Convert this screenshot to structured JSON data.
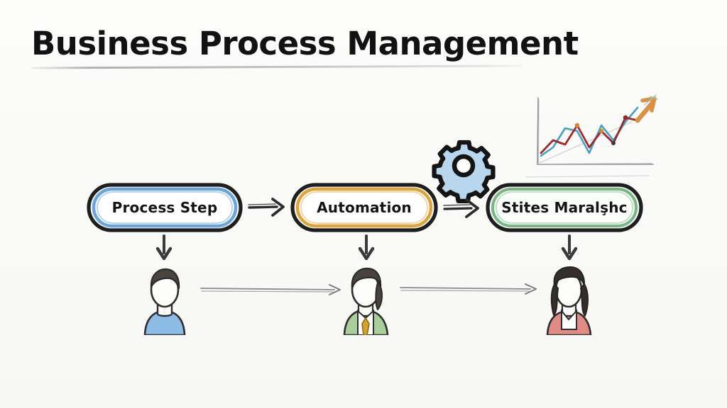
{
  "page": {
    "background_color": "#fbfbf9",
    "style": "hand-drawn sketch diagram"
  },
  "header": {
    "title": "Business Process Management",
    "underline": true
  },
  "flow": {
    "stages": [
      {
        "id": "process-step",
        "label": "Process Step",
        "outline_color": "#5b9bd5",
        "fill_color": "#eaf3fb",
        "shape": "rounded-pill"
      },
      {
        "id": "automation",
        "label": "Automation",
        "outline_color": "#e0a33e",
        "fill_color": "#fdf6e7",
        "shape": "rounded-pill"
      },
      {
        "id": "stites-maralshc",
        "label": "Stites Maralşhc",
        "outline_color": "#6aa96f",
        "fill_color": "#edf6ee",
        "shape": "rounded-pill"
      }
    ],
    "connectors": [
      {
        "id": "connector-1",
        "from": "process-step",
        "to": "automation",
        "direction": "right",
        "color": "#2c2c2c"
      },
      {
        "id": "connector-2",
        "from": "automation",
        "to": "stites-maralshc",
        "direction": "right",
        "color": "#2c2c2c"
      }
    ],
    "down_connectors": [
      {
        "id": "down-arrow-1",
        "from": "process-step",
        "to": "person-1",
        "direction": "down",
        "color": "#3a3a3a"
      },
      {
        "id": "down-arrow-2",
        "from": "automation",
        "to": "person-2",
        "direction": "down",
        "color": "#3a3a3a"
      },
      {
        "id": "down-arrow-3",
        "from": "stites-maralshc",
        "to": "person-3",
        "direction": "down",
        "color": "#3a3a3a"
      }
    ]
  },
  "people": [
    {
      "id": "person-1",
      "role_icon": "person-avatar",
      "hair_color": "#3d3a37",
      "clothing_color": "#7fb3e0",
      "clothing": "blue shirt"
    },
    {
      "id": "person-2",
      "role_icon": "person-avatar",
      "hair_color": "#3d3a37",
      "clothing_color": "#a8cf9b",
      "clothing": "green blazer with gold tie",
      "accent_color": "#d6a22e"
    },
    {
      "id": "person-3",
      "role_icon": "person-avatar",
      "hair_color": "#2e2b29",
      "clothing_color": "#e08b85",
      "clothing": "red blouse"
    }
  ],
  "people_arrows": [
    {
      "id": "people-arrow-1",
      "from": "person-1",
      "to": "person-2",
      "direction": "right",
      "color": "#8a8a8a"
    },
    {
      "id": "people-arrow-2",
      "from": "person-2",
      "to": "person-3",
      "direction": "right",
      "color": "#8a8a8a"
    }
  ],
  "gear": {
    "id": "gear-icon",
    "label": "gear-icon",
    "fill_color": "#b9d6ef",
    "outline_color": "#1a1a1a",
    "teeth": 8
  },
  "chart_data": {
    "type": "line",
    "title": "",
    "xlabel": "",
    "ylabel": "",
    "grid": false,
    "legend_position": "none",
    "axis_color": "#8a8a8a",
    "x": [
      0,
      1,
      2,
      3,
      4,
      5,
      6,
      7,
      8,
      9
    ],
    "xlim": [
      0,
      9
    ],
    "ylim": [
      0,
      10
    ],
    "series": [
      {
        "name": "series-red",
        "color": "#9e2b2b",
        "values": [
          1.2,
          3.2,
          2.6,
          5.4,
          2.3,
          4.8,
          3.1,
          6.6,
          6.1,
          8.2
        ],
        "markers": true,
        "marker_color": "#c98a3a"
      },
      {
        "name": "series-blue",
        "color": "#4a9fc4",
        "values": [
          0.9,
          2.0,
          4.6,
          4.3,
          1.9,
          5.1,
          3.0,
          5.6,
          7.4,
          8.6
        ],
        "markers": false
      },
      {
        "name": "series-trend-arrow",
        "color": "#d89247",
        "values": [
          1.0,
          2.0,
          3.0,
          4.0,
          5.0,
          6.0,
          7.0,
          8.0,
          9.0,
          10.0
        ],
        "style": "upward-arrow",
        "markers": false
      }
    ]
  }
}
